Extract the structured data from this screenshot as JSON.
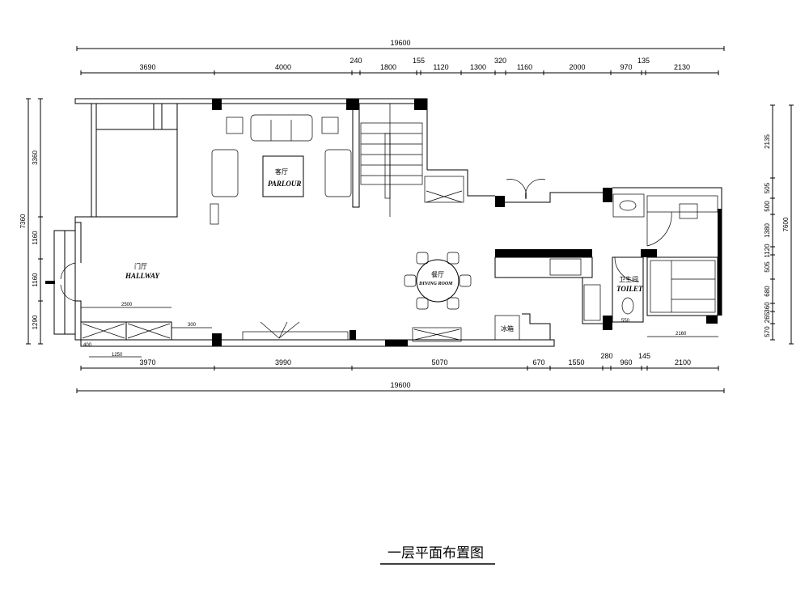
{
  "title": "一层平面布置图",
  "dimensions": {
    "top_total": "19600",
    "top_segments": [
      "3690",
      "4000",
      "240",
      "1800",
      "155",
      "1120",
      "1300",
      "320",
      "1160",
      "2000",
      "970",
      "135",
      "2130"
    ],
    "bottom_segments": [
      "3970",
      "3990",
      "5070",
      "670",
      "1550",
      "280",
      "960",
      "145",
      "2100"
    ],
    "bottom_total": "19600",
    "left_total": "7360",
    "left_segments": [
      "3360",
      "1160",
      "1160",
      "1290"
    ],
    "right_total": "7600",
    "right_segments": [
      "2135",
      "505",
      "500",
      "1380",
      "1120",
      "505",
      "680",
      "360",
      "265",
      "570"
    ],
    "inner": {
      "hall_cabinet": "2500",
      "hall_small": "400",
      "hall_bottom": "1250",
      "bed_width": "2160",
      "toilet_small": "550",
      "side": "300"
    }
  },
  "rooms": {
    "parlour": {
      "cn": "客厅",
      "en": "PARLOUR"
    },
    "hallway": {
      "cn": "门厅",
      "en": "HALLWAY"
    },
    "dining": {
      "cn": "餐厅",
      "en": "DINING ROOM"
    },
    "toilet": {
      "cn": "卫生间",
      "en": "TOILET"
    },
    "fridge": "冰箱"
  }
}
